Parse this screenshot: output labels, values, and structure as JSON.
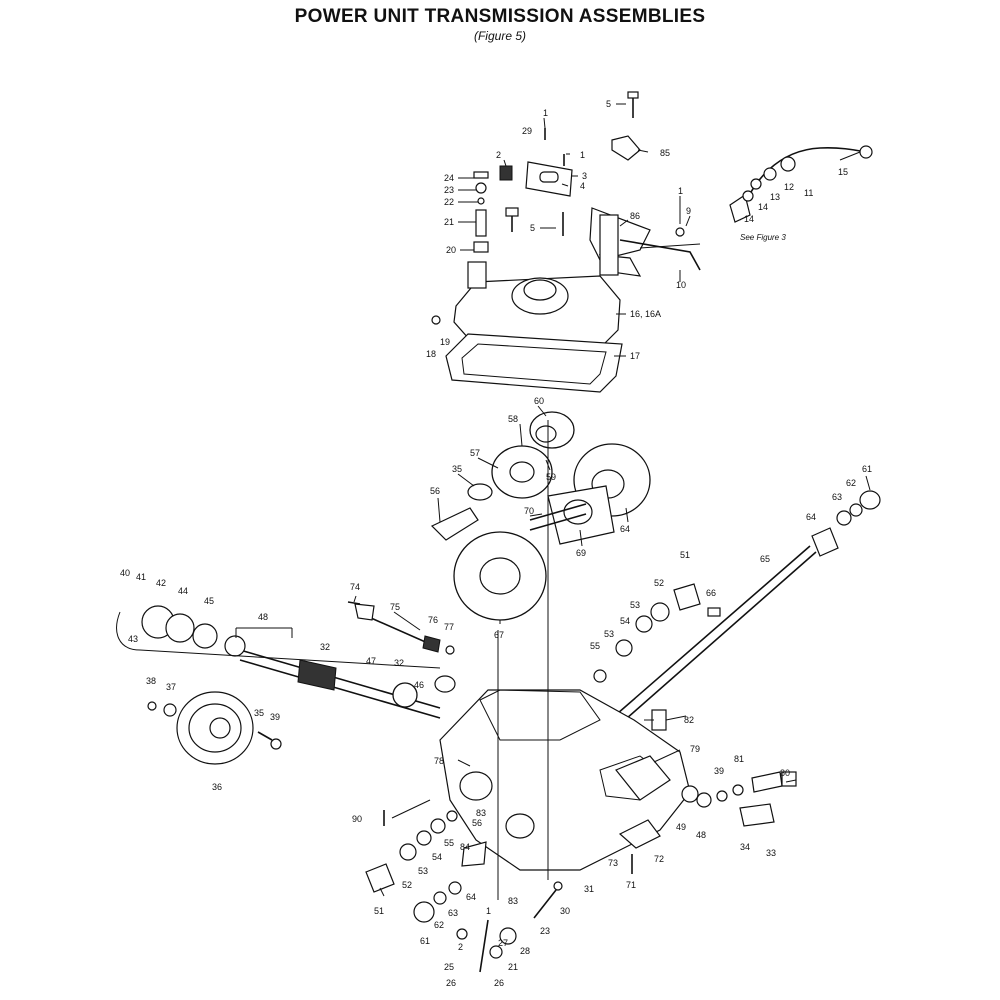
{
  "title": "POWER UNIT TRANSMISSION ASSEMBLIES",
  "subtitle": "(Figure 5)",
  "callouts": [
    {
      "id": "c5a",
      "text": "5"
    },
    {
      "id": "c85",
      "text": "85"
    },
    {
      "id": "c1a",
      "text": "1"
    },
    {
      "id": "c29",
      "text": "29"
    },
    {
      "id": "c1b",
      "text": "1"
    },
    {
      "id": "c2a",
      "text": "2"
    },
    {
      "id": "c3",
      "text": "3"
    },
    {
      "id": "c4",
      "text": "4"
    },
    {
      "id": "c24",
      "text": "24"
    },
    {
      "id": "c23a",
      "text": "23"
    },
    {
      "id": "c22",
      "text": "22"
    },
    {
      "id": "c21a",
      "text": "21"
    },
    {
      "id": "c20",
      "text": "20"
    },
    {
      "id": "c5b",
      "text": "5"
    },
    {
      "id": "c1c",
      "text": "1"
    },
    {
      "id": "c9",
      "text": "9"
    },
    {
      "id": "c86",
      "text": "86"
    },
    {
      "id": "c12",
      "text": "12"
    },
    {
      "id": "c11",
      "text": "11"
    },
    {
      "id": "c13",
      "text": "13"
    },
    {
      "id": "c14a",
      "text": "14"
    },
    {
      "id": "c14b",
      "text": "14"
    },
    {
      "id": "c15",
      "text": "15"
    },
    {
      "id": "c10",
      "text": "10"
    },
    {
      "id": "cseefig",
      "text": "See Figure 3"
    },
    {
      "id": "c16",
      "text": "16, 16A"
    },
    {
      "id": "c19",
      "text": "19"
    },
    {
      "id": "c18",
      "text": "18"
    },
    {
      "id": "c17",
      "text": "17"
    },
    {
      "id": "c60",
      "text": "60"
    },
    {
      "id": "c58",
      "text": "58"
    },
    {
      "id": "c57",
      "text": "57"
    },
    {
      "id": "c59",
      "text": "59"
    },
    {
      "id": "c35a",
      "text": "35"
    },
    {
      "id": "c56",
      "text": "56"
    },
    {
      "id": "c70",
      "text": "70"
    },
    {
      "id": "c64a",
      "text": "64"
    },
    {
      "id": "c69",
      "text": "69"
    },
    {
      "id": "c61a",
      "text": "61"
    },
    {
      "id": "c62a",
      "text": "62"
    },
    {
      "id": "c63a",
      "text": "63"
    },
    {
      "id": "c64b",
      "text": "64"
    },
    {
      "id": "c65",
      "text": "65"
    },
    {
      "id": "c51a",
      "text": "51"
    },
    {
      "id": "c52a",
      "text": "52"
    },
    {
      "id": "c66",
      "text": "66"
    },
    {
      "id": "c53a",
      "text": "53"
    },
    {
      "id": "c54a",
      "text": "54"
    },
    {
      "id": "c53b",
      "text": "53"
    },
    {
      "id": "c55a",
      "text": "55"
    },
    {
      "id": "c67",
      "text": "67"
    },
    {
      "id": "c74",
      "text": "74"
    },
    {
      "id": "c75",
      "text": "75"
    },
    {
      "id": "c76",
      "text": "76"
    },
    {
      "id": "c77",
      "text": "77"
    },
    {
      "id": "c40",
      "text": "40"
    },
    {
      "id": "c41",
      "text": "41"
    },
    {
      "id": "c42",
      "text": "42"
    },
    {
      "id": "c44",
      "text": "44"
    },
    {
      "id": "c45",
      "text": "45"
    },
    {
      "id": "c48a",
      "text": "48"
    },
    {
      "id": "c43",
      "text": "43"
    },
    {
      "id": "c32a",
      "text": "32"
    },
    {
      "id": "c47",
      "text": "47"
    },
    {
      "id": "c32b",
      "text": "32"
    },
    {
      "id": "c46",
      "text": "46"
    },
    {
      "id": "c38a",
      "text": "38"
    },
    {
      "id": "c37",
      "text": "37"
    },
    {
      "id": "c35b",
      "text": "35"
    },
    {
      "id": "c39a",
      "text": "39"
    },
    {
      "id": "c36",
      "text": "36"
    },
    {
      "id": "c82",
      "text": "82"
    },
    {
      "id": "c79",
      "text": "79"
    },
    {
      "id": "c78",
      "text": "78"
    },
    {
      "id": "c39b",
      "text": "39"
    },
    {
      "id": "c81",
      "text": "81"
    },
    {
      "id": "c80",
      "text": "80"
    },
    {
      "id": "c90",
      "text": "90"
    },
    {
      "id": "c83a",
      "text": "83"
    },
    {
      "id": "c49",
      "text": "49"
    },
    {
      "id": "c48b",
      "text": "48"
    },
    {
      "id": "c34",
      "text": "34"
    },
    {
      "id": "c33",
      "text": "33"
    },
    {
      "id": "c56b",
      "text": "56"
    },
    {
      "id": "c55b",
      "text": "55"
    },
    {
      "id": "c84",
      "text": "84"
    },
    {
      "id": "c54b",
      "text": "54"
    },
    {
      "id": "c53c",
      "text": "53"
    },
    {
      "id": "c52b",
      "text": "52"
    },
    {
      "id": "c51b",
      "text": "51"
    },
    {
      "id": "c64c",
      "text": "64"
    },
    {
      "id": "c73",
      "text": "73"
    },
    {
      "id": "c72",
      "text": "72"
    },
    {
      "id": "c71",
      "text": "71"
    },
    {
      "id": "c31",
      "text": "31"
    },
    {
      "id": "c83b",
      "text": "83"
    },
    {
      "id": "c30",
      "text": "30"
    },
    {
      "id": "c63b",
      "text": "63"
    },
    {
      "id": "c62b",
      "text": "62"
    },
    {
      "id": "c61b",
      "text": "61"
    },
    {
      "id": "c1d",
      "text": "1"
    },
    {
      "id": "c23b",
      "text": "23"
    },
    {
      "id": "c2b",
      "text": "2"
    },
    {
      "id": "c28",
      "text": "28"
    },
    {
      "id": "c27",
      "text": "27"
    },
    {
      "id": "c25",
      "text": "25"
    },
    {
      "id": "c21b",
      "text": "21"
    },
    {
      "id": "c26a",
      "text": "26"
    },
    {
      "id": "c26b",
      "text": "26"
    }
  ]
}
